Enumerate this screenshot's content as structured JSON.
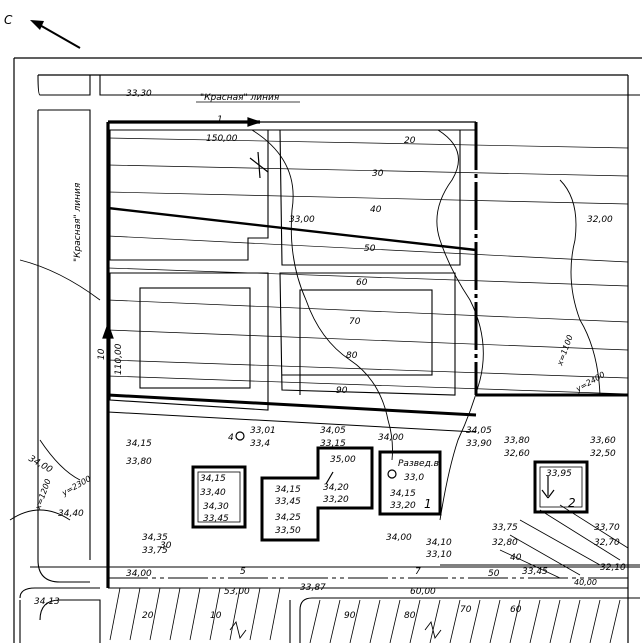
{
  "north_arrow": {
    "letter": "С"
  },
  "red_lines": {
    "top_label": "\"Красная\" линия",
    "left_label": "\"Красная\" линия"
  },
  "plot_boundary": {
    "top_length": "150,00",
    "top_segment": "1",
    "left_length": "110,00",
    "left_segment": "10",
    "bottom_length": "60,00",
    "bottom_mid": "53,00",
    "bottom_segment": "7",
    "bottom_segment2": "5"
  },
  "contours": {
    "c1": "33,00",
    "c2": "32,00"
  },
  "grid_ticks": [
    "20",
    "30",
    "40",
    "50",
    "60",
    "70",
    "80",
    "90"
  ],
  "coordinates": {
    "x": "x=1200",
    "y": "y=2300",
    "x2": "x=1100",
    "y2": "y=2400"
  },
  "elevations": {
    "e_top_left": "33,30",
    "e_left_1": "34,15",
    "e_left_2": "33,80",
    "e_left_3": "34,40",
    "e_left_4": "34,35",
    "e_left_5": "33,75",
    "e_bottom_left": "34,13",
    "e_contour_3400": "34,00",
    "e_b1_a": "34,15",
    "e_b1_b": "33,40",
    "e_b1_c": "34,30",
    "e_b1_d": "33,45",
    "e_b2_a": "34,15",
    "e_b2_b": "33,45",
    "e_b2_c": "34,25",
    "e_b2_d": "33,50",
    "e_b3_top": "35,00",
    "e_b3_a": "34,20",
    "e_b3_b": "33,20",
    "e_center_1": "33,01",
    "e_center_2": "33,4",
    "e_center_marker": "4",
    "e_center_3": "34,05",
    "e_center_4": "33,15",
    "e_center_5": "34,00",
    "e_b4_label": "Развед.в.",
    "e_b4_a": "33,0",
    "e_b4_b": "34,15",
    "e_b4_c": "33,20",
    "e_b4_num": "1",
    "e_right_1": "34,05",
    "e_right_2": "33,90",
    "e_right_3": "33,80",
    "e_right_4": "32,60",
    "e_right_5": "33,60",
    "e_right_6": "32,50",
    "e_b5_top": "33,95",
    "e_b5_num": "2",
    "e_right_7": "33,70",
    "e_right_8": "32,70",
    "e_right_9": "32,10",
    "e_bottom_1": "34,10",
    "e_bottom_2": "33,10",
    "e_bottom_3": "33,75",
    "e_bottom_4": "32,80",
    "e_bottom_5": "33,87",
    "e_bottom_6": "33,45",
    "e_bottom_7": "40,00",
    "e_bottom_8": "34,00",
    "e_bottom_9": "34,00"
  },
  "slope_ticks": [
    "10",
    "20",
    "30",
    "40",
    "50",
    "60",
    "70",
    "80",
    "90"
  ]
}
